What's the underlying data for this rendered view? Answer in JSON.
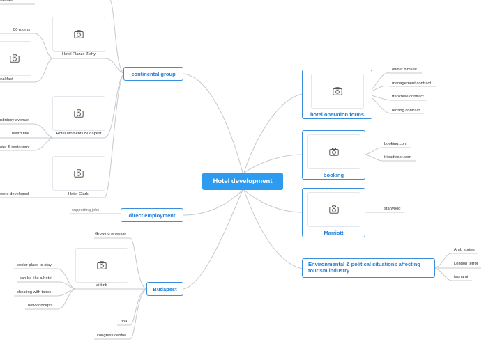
{
  "central": "Hotel development",
  "right": {
    "hotel_operation_forms": {
      "title": "hotel operation forms",
      "items": [
        "owner himself",
        "management contract",
        "franchise contract",
        "renting contract"
      ]
    },
    "booking": {
      "title": "booking",
      "items": [
        "booking.com",
        "tripadvisor.com"
      ]
    },
    "marriott": {
      "title": "Marriott",
      "items": [
        "starwood"
      ]
    },
    "environmental": {
      "title": "Environmental & political situations affecting tourism industry",
      "items": [
        "Arab spring",
        "London terror",
        "tsunami"
      ]
    }
  },
  "left": {
    "continental_group": {
      "title": "continental group",
      "top_item": "eakfast",
      "zichy": {
        "caption": "Hotel Plazzo Zichy",
        "rooms": "80 rooms",
        "partial": "eakfast"
      },
      "moments": {
        "caption": "Hotel Moments Budapest",
        "items": [
          "ndrássy avenue",
          "bistro fine",
          "otel & restaurant"
        ]
      },
      "clark": {
        "caption": "Hotel Clark:",
        "item": "were developed"
      }
    },
    "direct_employment": {
      "title": "direct employment",
      "items": [
        "supporting jobs"
      ]
    },
    "budapest": {
      "title": "Budapest",
      "growing": "Growing revenue",
      "airbnb": {
        "caption": "airbnb",
        "items": [
          "cooler place to stay",
          "can be like a hotel",
          "cheating with taxes",
          "new concepts"
        ]
      },
      "fina": "fina",
      "congress": "congress centre"
    }
  }
}
